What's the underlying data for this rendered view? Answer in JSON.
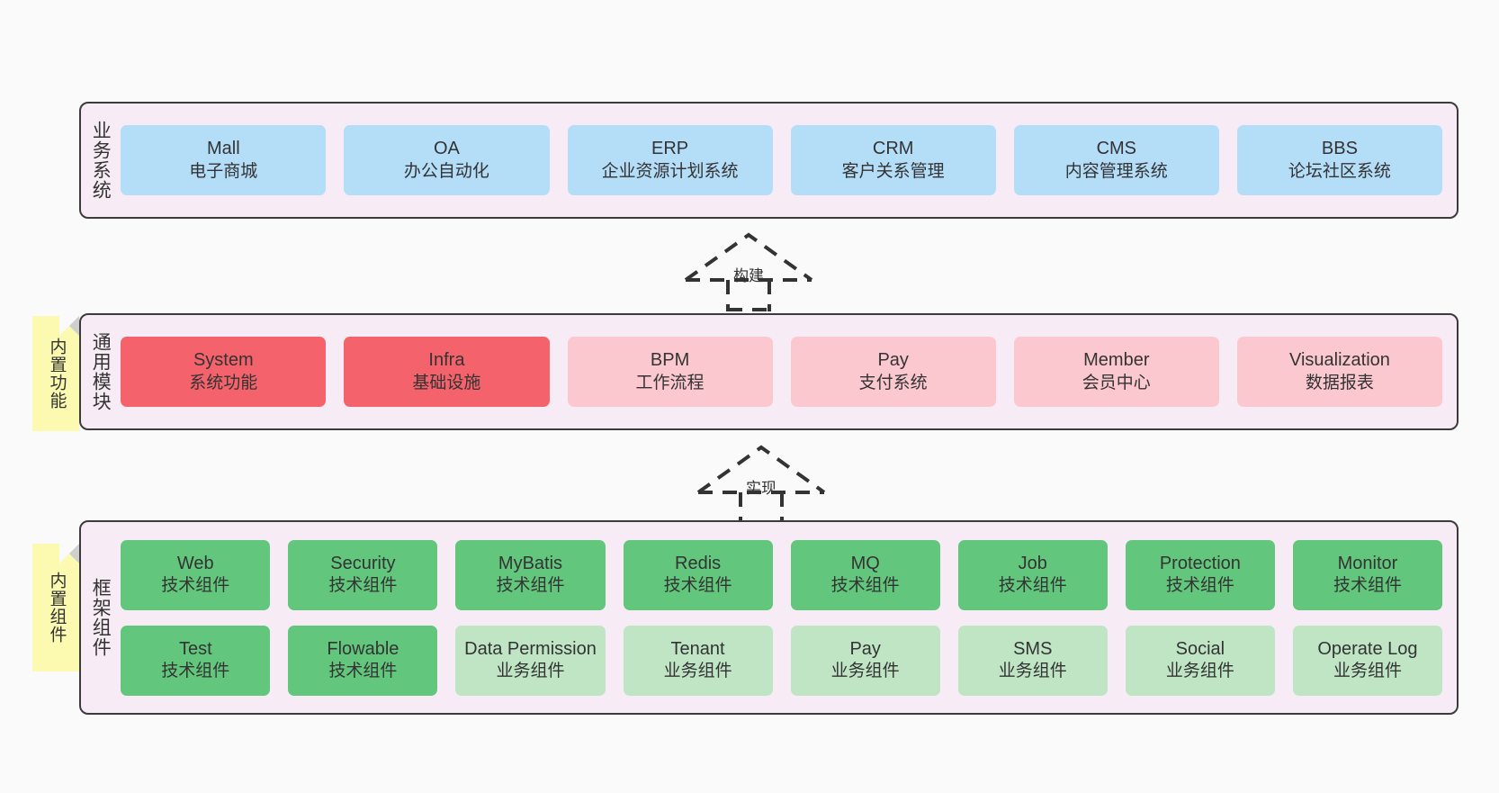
{
  "diagram": {
    "background_color": "#fafafa",
    "panel_color": "#f7ecf5",
    "note_color": "#fbfab0",
    "colors": {
      "blue": "#b4ddf8",
      "red": "#f4626b",
      "pink": "#fbc8d0",
      "green": "#62c77d",
      "lightgreen": "#bfe5c5",
      "border": "#3b3b3b",
      "text": "#333333"
    }
  },
  "layers": {
    "business": {
      "title": "业务系统",
      "rows": [
        [
          {
            "en": "Mall",
            "cn": "电子商城",
            "color": "blue"
          },
          {
            "en": "OA",
            "cn": "办公自动化",
            "color": "blue"
          },
          {
            "en": "ERP",
            "cn": "企业资源计划系统",
            "color": "blue"
          },
          {
            "en": "CRM",
            "cn": "客户关系管理",
            "color": "blue"
          },
          {
            "en": "CMS",
            "cn": "内容管理系统",
            "color": "blue"
          },
          {
            "en": "BBS",
            "cn": "论坛社区系统",
            "color": "blue"
          }
        ]
      ]
    },
    "common": {
      "title": "通用模块",
      "note": "内置功能",
      "rows": [
        [
          {
            "en": "System",
            "cn": "系统功能",
            "color": "red"
          },
          {
            "en": "Infra",
            "cn": "基础设施",
            "color": "red"
          },
          {
            "en": "BPM",
            "cn": "工作流程",
            "color": "pink"
          },
          {
            "en": "Pay",
            "cn": "支付系统",
            "color": "pink"
          },
          {
            "en": "Member",
            "cn": "会员中心",
            "color": "pink"
          },
          {
            "en": "Visualization",
            "cn": "数据报表",
            "color": "pink"
          }
        ]
      ]
    },
    "framework": {
      "title": "框架组件",
      "note": "内置组件",
      "rows": [
        [
          {
            "en": "Web",
            "cn": "技术组件",
            "color": "green"
          },
          {
            "en": "Security",
            "cn": "技术组件",
            "color": "green"
          },
          {
            "en": "MyBatis",
            "cn": "技术组件",
            "color": "green"
          },
          {
            "en": "Redis",
            "cn": "技术组件",
            "color": "green"
          },
          {
            "en": "MQ",
            "cn": "技术组件",
            "color": "green"
          },
          {
            "en": "Job",
            "cn": "技术组件",
            "color": "green"
          },
          {
            "en": "Protection",
            "cn": "技术组件",
            "color": "green"
          },
          {
            "en": "Monitor",
            "cn": "技术组件",
            "color": "green"
          }
        ],
        [
          {
            "en": "Test",
            "cn": "技术组件",
            "color": "green"
          },
          {
            "en": "Flowable",
            "cn": "技术组件",
            "color": "green"
          },
          {
            "en": "Data Permission",
            "cn": "业务组件",
            "color": "lightgreen"
          },
          {
            "en": "Tenant",
            "cn": "业务组件",
            "color": "lightgreen"
          },
          {
            "en": "Pay",
            "cn": "业务组件",
            "color": "lightgreen"
          },
          {
            "en": "SMS",
            "cn": "业务组件",
            "color": "lightgreen"
          },
          {
            "en": "Social",
            "cn": "业务组件",
            "color": "lightgreen"
          },
          {
            "en": "Operate Log",
            "cn": "业务组件",
            "color": "lightgreen"
          }
        ]
      ]
    }
  },
  "connectors": [
    {
      "id": "build",
      "label": "构建"
    },
    {
      "id": "impl",
      "label": "实现"
    }
  ]
}
